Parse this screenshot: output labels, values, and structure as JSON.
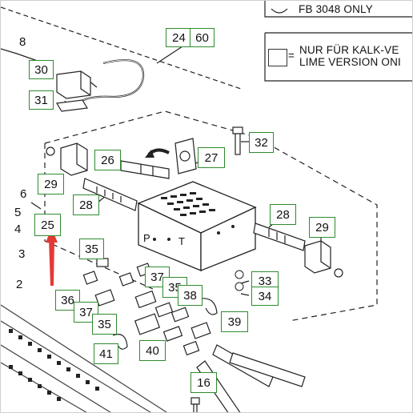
{
  "legend": {
    "top_text": "FB 3048 ONLY",
    "eq_sign": "=",
    "line1": "NUR FÜR KALK-VE",
    "line2": "LIME VERSION ONI"
  },
  "port_labels": {
    "p": "P",
    "t": "T"
  },
  "callouts": {
    "c24": "24",
    "c60": "60",
    "c30": "30",
    "c31": "31",
    "c26": "26",
    "c27": "27",
    "c32": "32",
    "c29a": "29",
    "c28a": "28",
    "c25": "25",
    "c28b": "28",
    "c29b": "29",
    "c35a": "35",
    "c37a": "37",
    "c35b": "35",
    "c38": "38",
    "c36": "36",
    "c37b": "37",
    "c35c": "35",
    "c39": "39",
    "c33": "33",
    "c34": "34",
    "c41": "41",
    "c40": "40",
    "c16": "16"
  },
  "plain_labels": {
    "p8": "8",
    "p6": "6",
    "p5": "5",
    "p4": "4",
    "p3": "3",
    "p2": "2"
  },
  "colors": {
    "callout_border": "#2e8b2e",
    "arrow": "#e53935",
    "ink": "#222222"
  }
}
